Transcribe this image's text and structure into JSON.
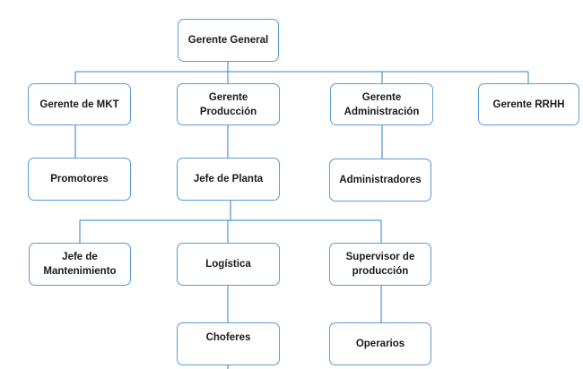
{
  "colors": {
    "connector": "#5b9bd5",
    "box_border": "#5b9bd5",
    "text": "#1a1a1a"
  },
  "nodes": {
    "gerente_general": "Gerente General",
    "gerente_mkt": "Gerente de MKT",
    "gerente_produccion": "Gerente\nProducción",
    "gerente_administracion": "Gerente\nAdministración",
    "gerente_rrhh": "Gerente RRHH",
    "promotores": "Promotores",
    "jefe_planta": "Jefe de Planta",
    "administradores": "Administradores",
    "jefe_mantenimiento": "Jefe de\nMantenimiento",
    "logistica": "Logística",
    "supervisor_produccion": "Supervisor de\nproducción",
    "choferes": "Choferes",
    "operarios": "Operarios"
  }
}
